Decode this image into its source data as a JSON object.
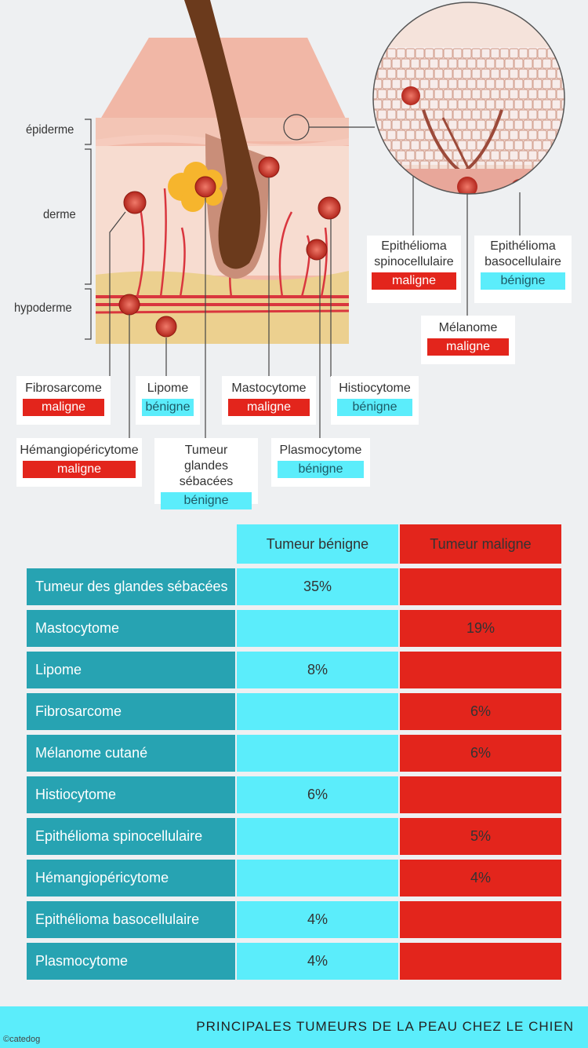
{
  "layers": {
    "epidermis": "épiderme",
    "dermis": "derme",
    "hypodermis": "hypoderme"
  },
  "tumors": {
    "epithelioma_spino": {
      "name": "Epithélioma spinocellulaire",
      "status": "maligne"
    },
    "epithelioma_baso": {
      "name": "Epithélioma basocellulaire",
      "status": "bénigne"
    },
    "melanome": {
      "name": "Mélanome",
      "status": "maligne"
    },
    "fibrosarcome": {
      "name": "Fibrosarcome",
      "status": "maligne"
    },
    "lipome": {
      "name": "Lipome",
      "status": "bénigne"
    },
    "mastocytome": {
      "name": "Mastocytome",
      "status": "maligne"
    },
    "histiocytome": {
      "name": "Histiocytome",
      "status": "bénigne"
    },
    "hemangio": {
      "name": "Hémangiopéricytome",
      "status": "maligne"
    },
    "glandes": {
      "name": "Tumeur glandes sébacées",
      "status": "bénigne"
    },
    "plasmocytome": {
      "name": "Plasmocytome",
      "status": "bénigne"
    }
  },
  "chart_data": {
    "type": "table",
    "columns": [
      "Tumeur bénigne",
      "Tumeur maligne"
    ],
    "rows": [
      {
        "name": "Tumeur des glandes sébacées",
        "benign": "35%",
        "malignant": ""
      },
      {
        "name": "Mastocytome",
        "benign": "",
        "malignant": "19%"
      },
      {
        "name": "Lipome",
        "benign": "8%",
        "malignant": ""
      },
      {
        "name": "Fibrosarcome",
        "benign": "",
        "malignant": "6%"
      },
      {
        "name": "Mélanome cutané",
        "benign": "",
        "malignant": "6%"
      },
      {
        "name": "Histiocytome",
        "benign": "6%",
        "malignant": ""
      },
      {
        "name": "Epithélioma spinocellulaire",
        "benign": "",
        "malignant": "5%"
      },
      {
        "name": "Hémangiopéricytome",
        "benign": "",
        "malignant": "4%"
      },
      {
        "name": "Epithélioma basocellulaire",
        "benign": "4%",
        "malignant": ""
      },
      {
        "name": "Plasmocytome",
        "benign": "4%",
        "malignant": ""
      }
    ]
  },
  "footer": {
    "title": "PRINCIPALES TUMEURS DE LA PEAU CHEZ LE CHIEN",
    "copyright": "©catedog"
  },
  "colors": {
    "malignant": "#e3251c",
    "benign": "#5bedfb",
    "row_header": "#27a3b2",
    "skin": "#f7d9cc",
    "fat": "#ecd08f",
    "hair": "#6b3a1c"
  }
}
